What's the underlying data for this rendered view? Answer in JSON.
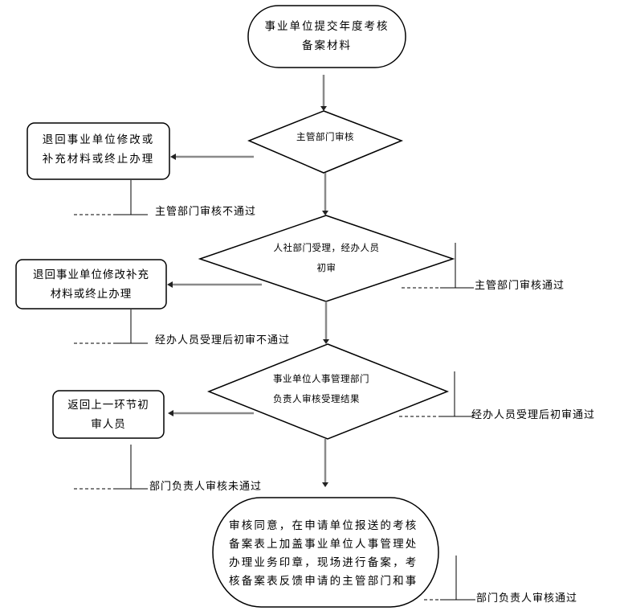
{
  "title": "事业单位年度考核备案流程图",
  "nodes": {
    "start": {
      "type": "terminal",
      "lines": [
        "事业单位提交年度考核",
        "备案材料"
      ]
    },
    "decision1": {
      "type": "decision",
      "lines": [
        "主管部门审核"
      ]
    },
    "reject1": {
      "type": "process",
      "lines": [
        "退回事业单位修改或",
        "补充材料或终止办理"
      ]
    },
    "decision2": {
      "type": "decision",
      "lines": [
        "人社部门受理，经办人员",
        "初审"
      ]
    },
    "reject2": {
      "type": "process",
      "lines": [
        "退回事业单位修改补充",
        "材料或终止办理"
      ]
    },
    "decision3": {
      "type": "decision",
      "lines": [
        "事业单位人事管理部门",
        "负责人审核受理结果"
      ]
    },
    "reject3": {
      "type": "process",
      "lines": [
        "返回上一环节初",
        "审人员"
      ]
    },
    "end": {
      "type": "terminal",
      "lines": [
        "审核同意，在申请单位报送的考核",
        "备案表上加盖事业单位人事管理处",
        "办理业务印章，现场进行备案，考",
        "核备案表反馈申请的主管部门和事"
      ]
    }
  },
  "annotations": {
    "fail1": "主管部门审核不通过",
    "pass1": "主管部门审核通过",
    "fail2": "经办人员受理后初审不通过",
    "pass2": "经办人员受理后初审通过",
    "fail3": "部门负责人审核未通过",
    "pass3": "部门负责人审核通过"
  },
  "colors": {
    "shape_stroke": "#000000",
    "connector": "#8a8a8a",
    "background": "#ffffff"
  }
}
